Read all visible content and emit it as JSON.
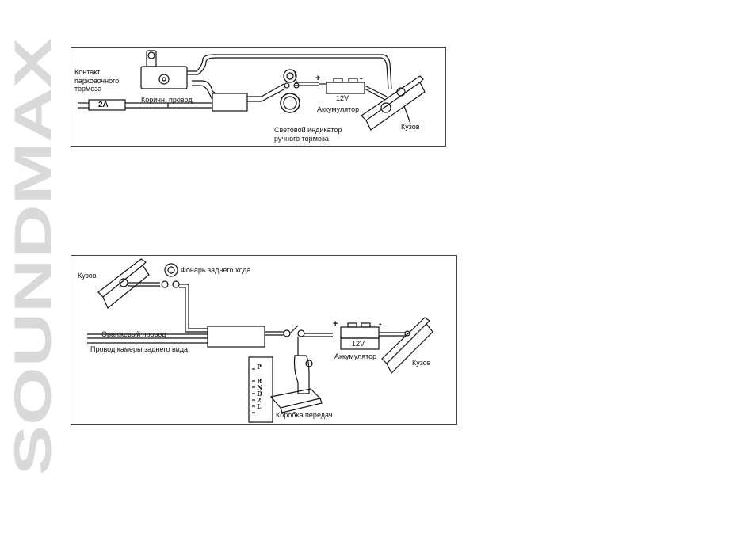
{
  "brand": {
    "logo_text": "SOUNDMAX",
    "color": "#d9d9d9"
  },
  "diagram_top": {
    "parking_contact_label": "Контакт парковочного тормоза",
    "fuse_label": "2A",
    "brown_wire_label": "Коричн. провод",
    "battery_voltage": "12V",
    "battery_label": "Аккумулятор",
    "brake_indicator_label": "Световой индикатор ручного тормоза",
    "plus_sign": "+",
    "minus_sign": "-",
    "body_label": "Кузов"
  },
  "diagram_bottom": {
    "body_left_label": "Кузов",
    "reverse_light_label": "Фонарь заднего хода",
    "orange_wire_label": "Оранжевый провод",
    "camera_wire_label": "Провод камеры заднего вида",
    "battery_voltage": "12V",
    "battery_label": "Аккумулятор",
    "body_right_label": "Кузов",
    "plus_sign": "+",
    "minus_sign": "-",
    "gearbox_label": "Коробка передач",
    "gear_positions": [
      "P",
      "R",
      "N",
      "D",
      "2",
      "L"
    ]
  }
}
